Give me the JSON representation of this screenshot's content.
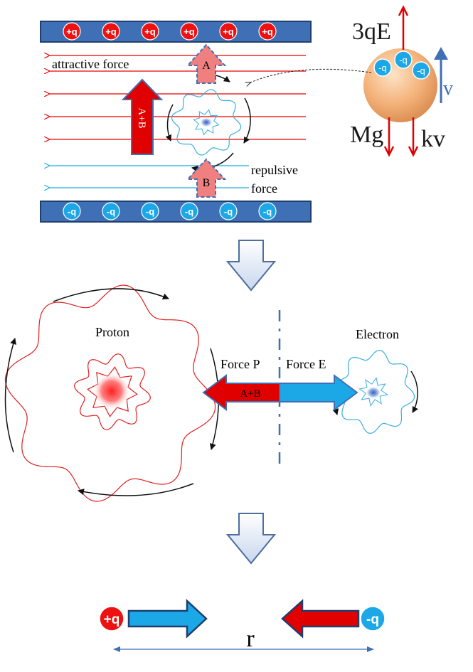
{
  "top_panel": {
    "positive_plate_charge": "+q",
    "negative_plate_charge": "-q",
    "attractive_label": "attractive force",
    "repulsive_label_line1": "repulsive",
    "repulsive_label_line2": "force",
    "arrow_a_label": "A",
    "arrow_b_label": "B",
    "arrow_sum_label": "A+B"
  },
  "drop_panel": {
    "electric_force_label": "3qE",
    "gravity_label": "Mg",
    "drag_label": "kv",
    "velocity_label": "v",
    "electron_charge": "-q"
  },
  "middle_panel": {
    "proton_label": "Proton",
    "electron_label": "Electron",
    "force_p_label": "Force P",
    "force_e_label": "Force E",
    "force_sum_label": "A+B"
  },
  "bottom_panel": {
    "positive_charge": "+q",
    "negative_charge": "-q",
    "distance_label": "r"
  },
  "colors": {
    "plate_fill": "#3f6fb5",
    "plate_stroke": "#1f3f6e",
    "positive_red": "#ee1111",
    "negative_cyan": "#1ca7e6",
    "field_red": "#e60000",
    "field_cyan": "#1aaede",
    "wave_red": "#e02020",
    "wave_blue": "#3aaee0"
  }
}
